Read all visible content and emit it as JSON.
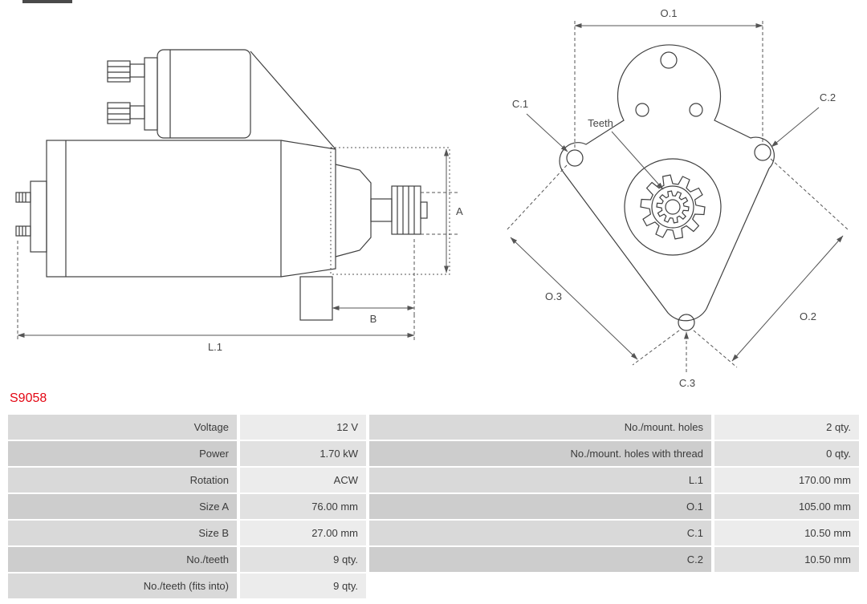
{
  "part_number": "S9058",
  "accent_color": "#e30613",
  "diagram": {
    "side_view": {
      "dim_a": "A",
      "dim_b": "B",
      "dim_l1": "L.1"
    },
    "front_view": {
      "dim_o1": "O.1",
      "dim_o2": "O.2",
      "dim_o3": "O.3",
      "dim_c1": "C.1",
      "dim_c2": "C.2",
      "dim_c3": "C.3",
      "teeth": "Teeth"
    }
  },
  "specs": {
    "left": [
      {
        "label": "Voltage",
        "value": "12 V"
      },
      {
        "label": "Power",
        "value": "1.70 kW"
      },
      {
        "label": "Rotation",
        "value": "ACW"
      },
      {
        "label": "Size A",
        "value": "76.00 mm"
      },
      {
        "label": "Size B",
        "value": "27.00 mm"
      },
      {
        "label": "No./teeth",
        "value": "9 qty."
      },
      {
        "label": "No./teeth (fits into)",
        "value": "9 qty."
      }
    ],
    "right": [
      {
        "label": "No./mount. holes",
        "value": "2 qty."
      },
      {
        "label": "No./mount. holes with thread",
        "value": "0 qty."
      },
      {
        "label": "L.1",
        "value": "170.00 mm"
      },
      {
        "label": "O.1",
        "value": "105.00 mm"
      },
      {
        "label": "C.1",
        "value": "10.50 mm"
      },
      {
        "label": "C.2",
        "value": "10.50 mm"
      },
      {
        "label": "",
        "value": ""
      }
    ]
  }
}
